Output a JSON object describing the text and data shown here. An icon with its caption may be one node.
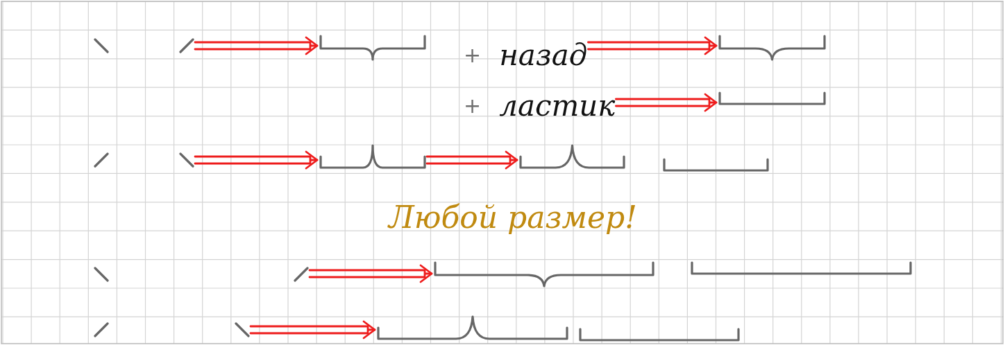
{
  "diagram": {
    "nodes": [
      {
        "text": [],
        "shape": "stroke"
      },
      {
        "text": [],
        "shape": "bracket"
      },
      {
        "text": [
          "+",
          "назад"
        ]
      },
      {
        "text": [],
        "shape": "bracket"
      },
      {
        "text": [
          "+",
          "ластик"
        ]
      },
      {
        "text": [],
        "shape": "bracket"
      },
      {
        "text": [],
        "shape": "stroke"
      },
      {
        "text": [],
        "shape": "bracket"
      },
      {
        "text": [],
        "shape": "bracket"
      },
      {
        "text": [],
        "shape": "bracket"
      },
      {
        "text": [],
        "shape": "stroke"
      },
      {
        "text": [],
        "shape": "bracket"
      },
      {
        "text": [],
        "shape": "bracket"
      },
      {
        "text": [],
        "shape": "stroke"
      },
      {
        "text": [],
        "shape": "bracket"
      },
      {
        "text": [],
        "shape": "bracket"
      }
    ],
    "edges": [
      {
        "from": 0,
        "to": 1,
        "arrow": "to"
      },
      {
        "from": 2,
        "to": 3,
        "arrow": "to"
      },
      {
        "from": 4,
        "to": 5,
        "arrow": "to"
      },
      {
        "from": 6,
        "to": 7,
        "arrow": "to"
      },
      {
        "from": 7,
        "to": 8,
        "arrow": "to"
      },
      {
        "from": 10,
        "to": 11,
        "arrow": "to"
      },
      {
        "from": 13,
        "to": 14,
        "arrow": "to"
      }
    ],
    "labels": [
      "Любой размер!"
    ]
  }
}
